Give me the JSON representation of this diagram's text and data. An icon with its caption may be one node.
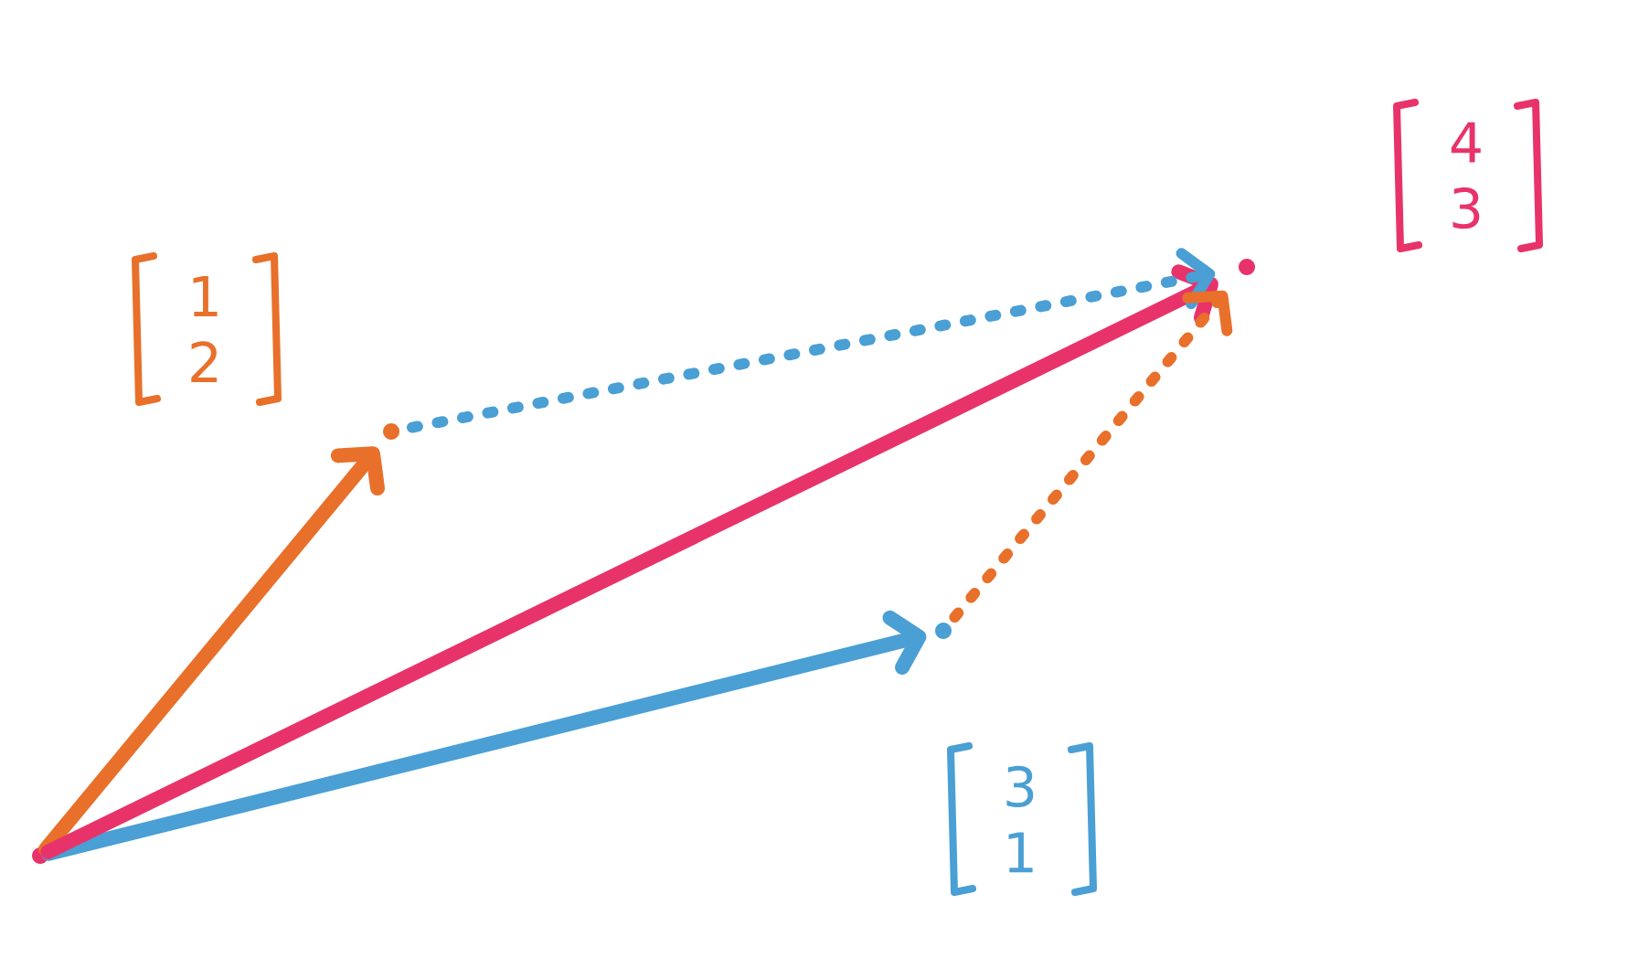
{
  "diagram": {
    "nodes": [
      {
        "text": [],
        "shape": "point"
      },
      {
        "text": [],
        "shape": "point",
        "beside": [
          "1",
          "2"
        ]
      },
      {
        "text": [],
        "shape": "point",
        "beside": [
          "3",
          "1"
        ]
      },
      {
        "text": [],
        "shape": "point",
        "beside": [
          "4",
          "3"
        ]
      }
    ],
    "edges": [
      {
        "from": 0,
        "to": 1,
        "arrow": "to",
        "color": "#e8702a"
      },
      {
        "from": 0,
        "to": 2,
        "arrow": "to",
        "color": "#4a9fd4"
      },
      {
        "from": 0,
        "to": 3,
        "arrow": "to",
        "color": "#e8336a"
      },
      {
        "from": 1,
        "to": 3,
        "arrow": "to",
        "style": "dashed",
        "color": "#4a9fd4"
      },
      {
        "from": 2,
        "to": 3,
        "arrow": "to",
        "style": "dashed",
        "color": "#e8702a"
      }
    ]
  }
}
